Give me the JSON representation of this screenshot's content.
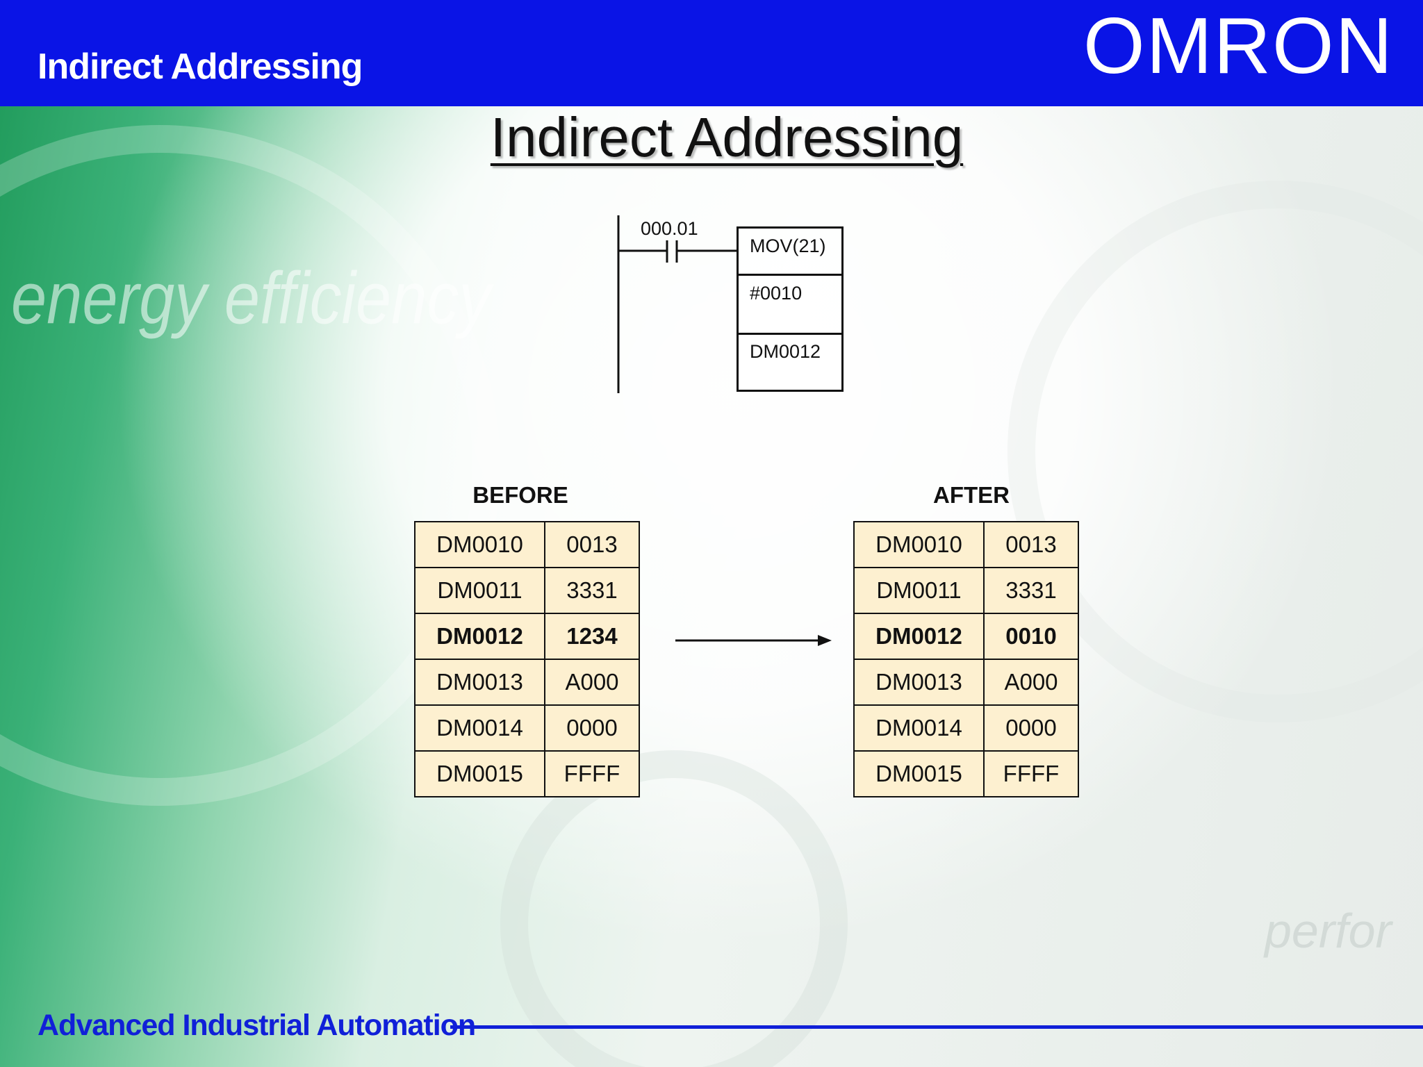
{
  "header": {
    "title": "Indirect Addressing",
    "brand": "OMRON"
  },
  "slide": {
    "title": "Indirect Addressing"
  },
  "ladder": {
    "contact_address": "000.01",
    "instruction": "MOV(21)",
    "source": "#0010",
    "destination": "DM0012"
  },
  "before": {
    "caption": "BEFORE",
    "rows": [
      {
        "address": "DM0010",
        "value": "0013"
      },
      {
        "address": "DM0011",
        "value": "3331"
      },
      {
        "address": "DM0012",
        "value": "1234"
      },
      {
        "address": "DM0013",
        "value": "A000"
      },
      {
        "address": "DM0014",
        "value": "0000"
      },
      {
        "address": "DM0015",
        "value": "FFFF"
      }
    ]
  },
  "after": {
    "caption": "AFTER",
    "rows": [
      {
        "address": "DM0010",
        "value": "0013"
      },
      {
        "address": "DM0011",
        "value": "3331"
      },
      {
        "address": "DM0012",
        "value": "0010"
      },
      {
        "address": "DM0013",
        "value": "A000"
      },
      {
        "address": "DM0014",
        "value": "0000"
      },
      {
        "address": "DM0015",
        "value": "FFFF"
      }
    ]
  },
  "background": {
    "watermark_left": "energy efficiency",
    "watermark_right": "perfor"
  },
  "footer": {
    "text": "Advanced Industrial Automation"
  },
  "colors": {
    "header_blue": "#0a14e6",
    "footer_blue": "#1020d8",
    "table_fill": "#fdf0d0",
    "accent_green": "#1f9a5a"
  }
}
